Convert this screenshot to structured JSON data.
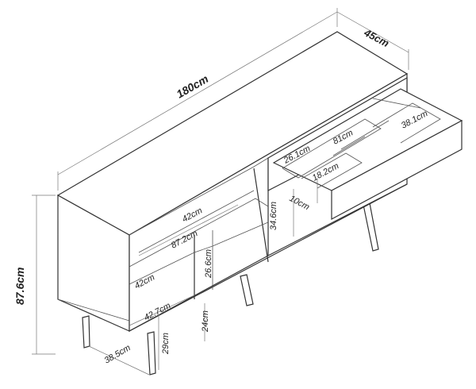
{
  "labels": {
    "width": "180cm",
    "depth": "45cm",
    "height": "87.6cm",
    "shelf_depth": "42cm",
    "shelf_width": "87.2cm",
    "upper_shelf_height": "26.6cm",
    "lower_side_depth": "42cm",
    "lower_width": "42.7cm",
    "leg_height": "29cm",
    "clearance": "24cm",
    "leg_spread": "38.5cm",
    "drawer_width": "81cm",
    "drawer_inner_left": "26.1cm",
    "drawer_inner_right": "38.1cm",
    "drawer_inner_depth": "18.2cm",
    "drawer_height": "10cm",
    "compartment_height": "34.6cm"
  }
}
